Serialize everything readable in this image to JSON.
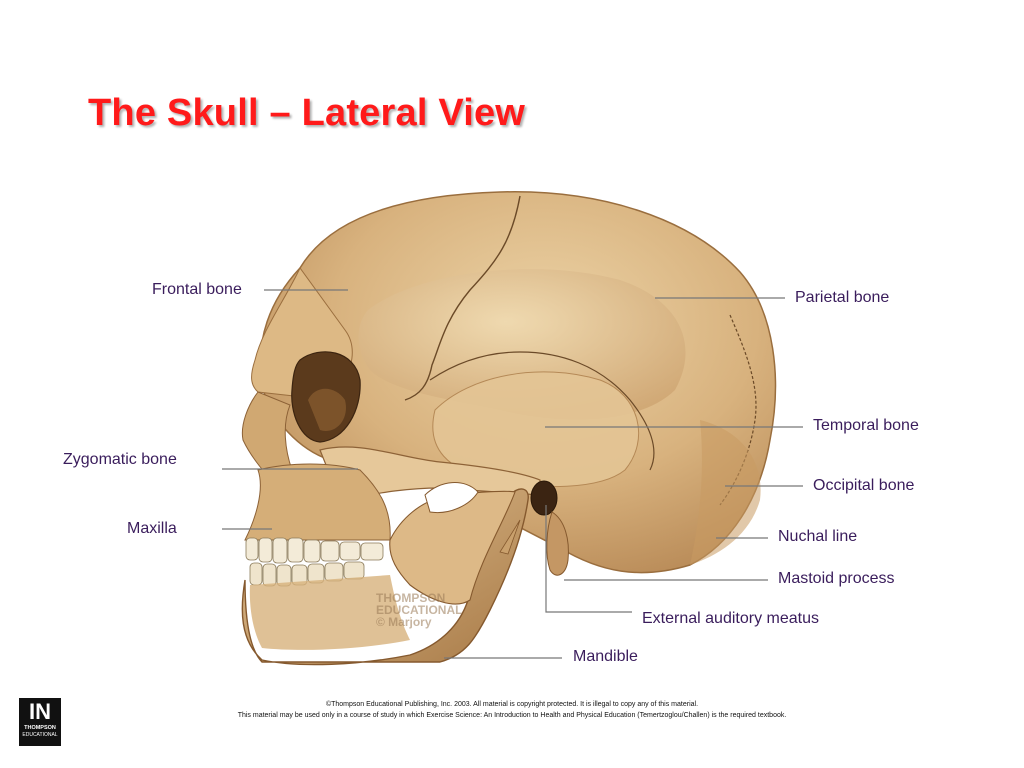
{
  "slide": {
    "title": "The Skull – Lateral View"
  },
  "labels": {
    "frontal": "Frontal bone",
    "parietal": "Parietal bone",
    "temporal": "Temporal bone",
    "zygomatic": "Zygomatic bone",
    "occipital": "Occipital bone",
    "maxilla": "Maxilla",
    "nuchal": "Nuchal line",
    "mastoid": "Mastoid process",
    "auditory": "External auditory meatus",
    "mandible": "Mandible"
  },
  "watermark": {
    "line1": "THOMPSON",
    "line2": "EDUCATIONAL",
    "line3": "© Marjory"
  },
  "logo": {
    "mark": "IN",
    "line1": "THOMPSON",
    "line2": "EDUCATIONAL"
  },
  "footer": {
    "line1": "©Thompson Educational Publishing, Inc. 2003. All material is copyright protected. It is illegal to copy any of this material.",
    "line2": "This material may be used only in a course of study in which Exercise Science: An Introduction to Health and Physical Education (Temertzoglou/Challen) is the required textbook."
  },
  "colors": {
    "title": "#ff1a1a",
    "label_text": "#3a1d5c",
    "bone": "#dbb784",
    "bone_shadow": "#a77b48",
    "leader_line": "#777777"
  }
}
